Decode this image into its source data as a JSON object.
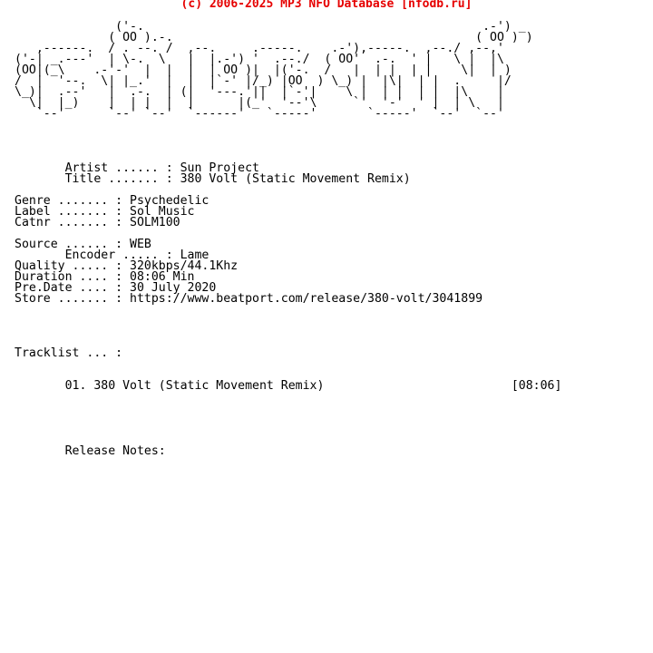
{
  "header": {
    "copyright": "(c) 2006-2025 MP3 NFO Database [nfodb.ru]",
    "color": "#e60000"
  },
  "logo": {
    "lines": [
      "",
      "              ('-.                                               .-') _",
      "             ( OO ).-.                                          ( OO ) )",
      "   ,------.  / . --. /  ,--.     .-----.    .-'),-----.  ,--./ ,--,'",
      "('-| _.---'  | \\-.  \\   |  |.-') '  .--./  ( OO'  .-.  ' |   \\ |  |\\",
      "(OO|(_\\    .-'-'  |  |  |  | OO )|  |('-.  /   |  | |  | |    \\|  | )",
      "/  |  '--.  \\| |_.'  |  |  |`-' |/_) |OO  ) \\_) |  |\\|  | |  .     |/",
      "\\_)|  .--'   |  .-.  | (|  '---.'||  |`-'|    \\ |  | |  | |  |\\    |",
      "  \\|  |_)    |  | |  |  |      |(_'  '--'\\     `'  '-'  ' |  | \\   |",
      "   `--'      `--' `--'  `------'   `-----'       `-----'  `--'  `--'"
    ]
  },
  "release": {
    "artist_line": "       Artist ...... : Sun Project",
    "title_line": "       Title ....... : 380 Volt (Static Movement Remix)",
    "genre_line": "Genre ....... : Psychedelic",
    "label_line": "Label ....... : Sol Music",
    "catnr_line": "Catnr ....... : SOLM100",
    "source_line": "Source ...... : WEB",
    "encoder_line": "       Encoder ..... : Lame",
    "quality_line": "Quality ..... : 320kbps/44.1Khz",
    "duration_line": "Duration .... : 08:06 Min",
    "predate_line": "Pre.Date .... : 30 July 2020",
    "store_line": "Store ....... : https://www.beatport.com/release/380-volt/3041899"
  },
  "tracklist": {
    "heading": "Tracklist ... :",
    "tracks": [
      "       01. 380 Volt (Static Movement Remix)                          [08:06]"
    ]
  },
  "notes": {
    "heading": "       Release Notes:"
  }
}
